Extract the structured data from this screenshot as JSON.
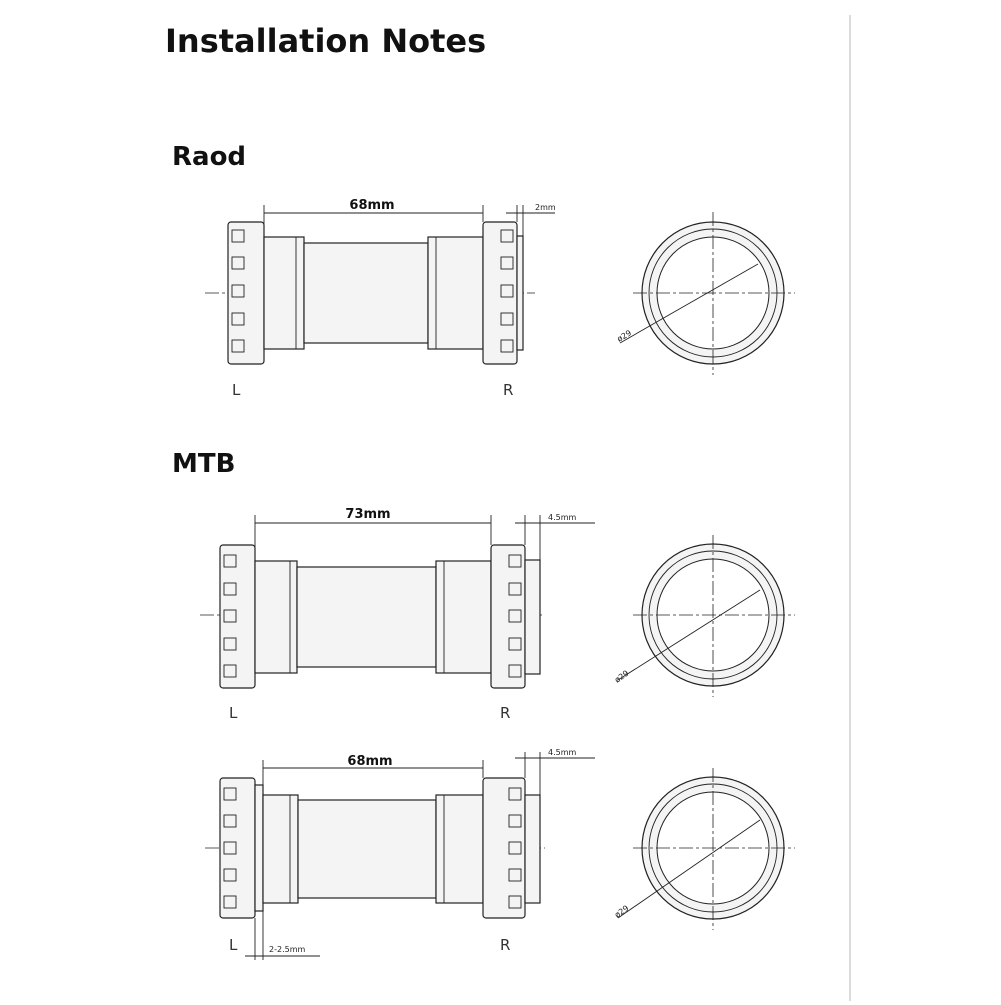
{
  "title": "Installation Notes",
  "sections": {
    "road": {
      "label": "Raod"
    },
    "mtb": {
      "label": "MTB"
    }
  },
  "diagrams": [
    {
      "length_label": "68mm",
      "spacer_label": "2mm",
      "left_label": "L",
      "right_label": "R",
      "diameter_label": "ø29"
    },
    {
      "length_label": "73mm",
      "spacer_label": "4.5mm",
      "left_label": "L",
      "right_label": "R",
      "diameter_label": "ø29"
    },
    {
      "length_label": "68mm",
      "spacer_label": "4.5mm",
      "left_label": "L",
      "right_label": "R",
      "diameter_label": "ø29",
      "extra_label": "2-2.5mm"
    }
  ]
}
